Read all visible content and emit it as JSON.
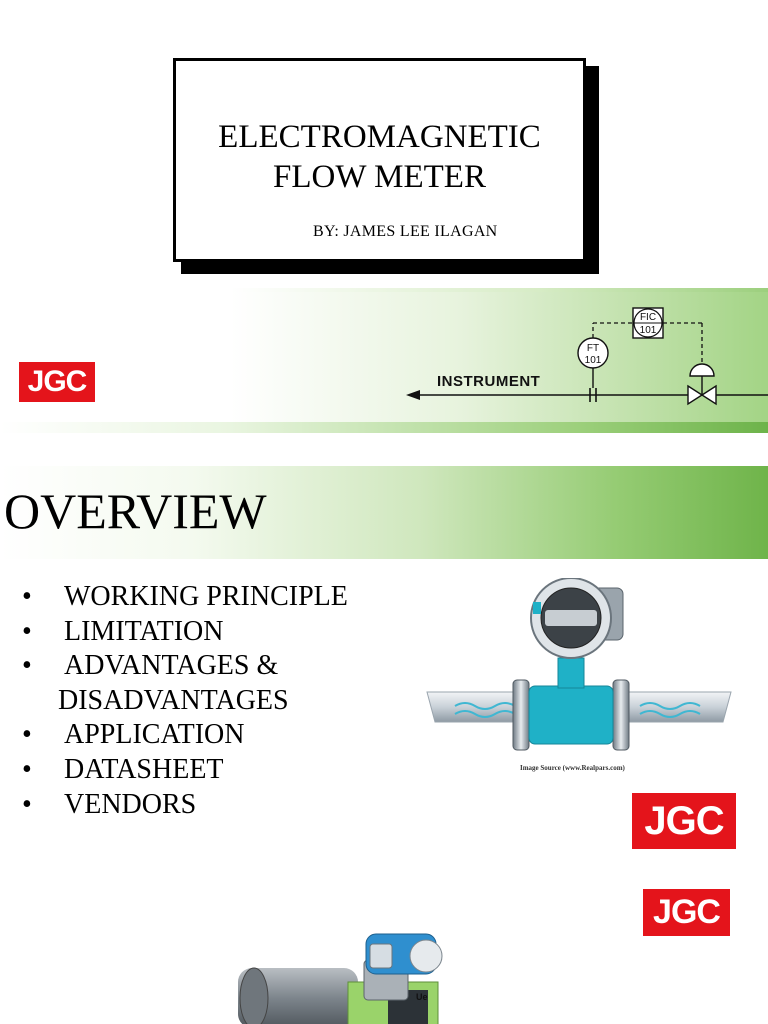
{
  "slide1": {
    "title_line1": "ELECTROMAGNETIC",
    "title_line2": "FLOW METER",
    "byline": "BY: JAMES LEE ILAGAN",
    "logo": "JGC",
    "diagram": {
      "label": "INSTRUMENT",
      "tags": [
        {
          "line1": "FT",
          "line2": "101"
        },
        {
          "line1": "FIC",
          "line2": "101"
        }
      ]
    }
  },
  "slide2": {
    "heading": "OVERVIEW",
    "bullets": [
      {
        "text": "WORKING PRINCIPLE"
      },
      {
        "text": "LIMITATION"
      },
      {
        "text": "ADVANTAGES &",
        "continuation": "DISADVANTAGES"
      },
      {
        "text": "APPLICATION"
      },
      {
        "text": "DATASHEET"
      },
      {
        "text": "VENDORS"
      }
    ],
    "bullet_symbol": "•",
    "image_source": "Image Source (www.Realpars.com)",
    "logo": "JGC"
  },
  "colors": {
    "jgc_red": "#e4141b",
    "green_band": "#6fb44a",
    "meter_cyan": "#1fb1c7",
    "meter_blue": "#2f8fcf"
  }
}
